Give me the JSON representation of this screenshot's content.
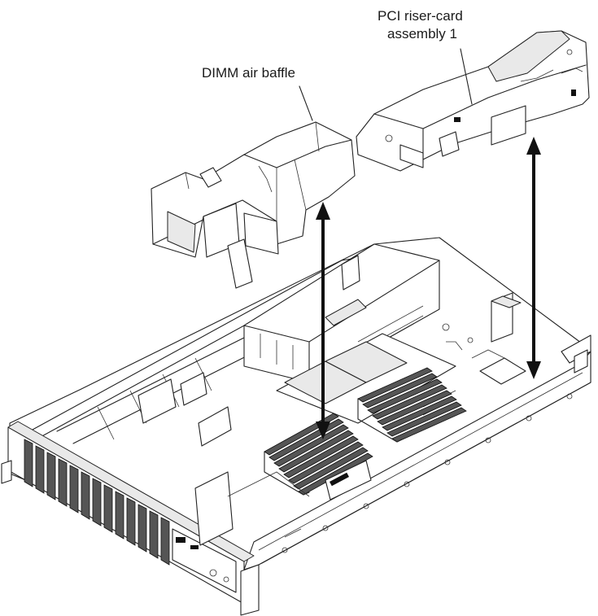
{
  "callouts": {
    "riser_line1": "PCI riser-card",
    "riser_line2": "assembly 1",
    "baffle": "DIMM air baffle"
  },
  "colors": {
    "line": "#222222",
    "background": "#ffffff",
    "arrow": "#111111"
  }
}
